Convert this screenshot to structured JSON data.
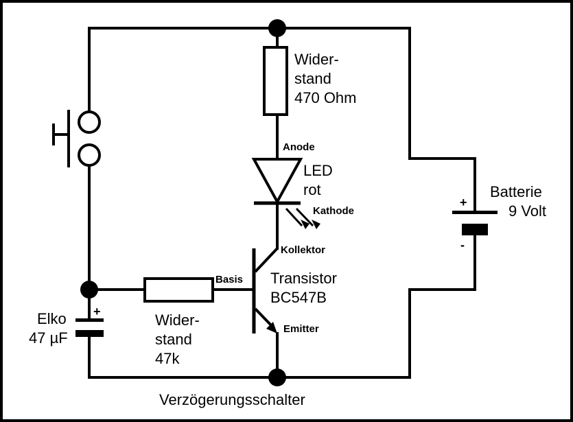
{
  "caption": "Verzögerungsschalter",
  "components": {
    "resistor_top": {
      "line1": "Wider-",
      "line2": "stand",
      "line3": "470 Ohm"
    },
    "led": {
      "line1": "LED",
      "line2": "rot",
      "anode": "Anode",
      "cathode": "Kathode"
    },
    "transistor": {
      "line1": "Transistor",
      "line2": "BC547B",
      "collector": "Kollektor",
      "base": "Basis",
      "emitter": "Emitter"
    },
    "resistor_base": {
      "line1": "Wider-",
      "line2": "stand",
      "line3": "47k"
    },
    "capacitor": {
      "line1": "Elko",
      "line2": "47 µF",
      "plus": "+"
    },
    "battery": {
      "line1": "Batterie",
      "line2": "9 Volt",
      "plus": "+",
      "minus": "-"
    }
  },
  "colors": {
    "ink": "#000000",
    "paper": "#ffffff"
  }
}
